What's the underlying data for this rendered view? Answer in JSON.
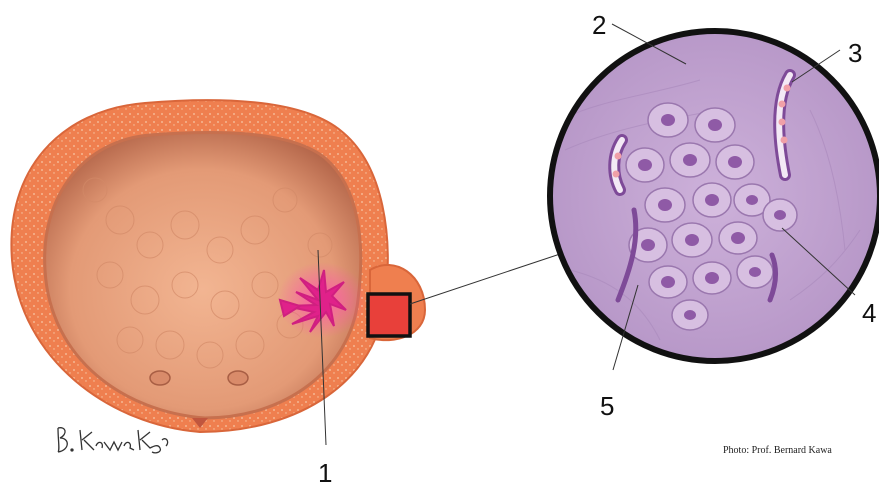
{
  "labels": {
    "l1": "1",
    "l2": "2",
    "l3": "3",
    "l4": "4",
    "l5": "5"
  },
  "credit": "Photo: Prof. Bernard Kawa",
  "signature": "B. Kawa Kyc",
  "colors": {
    "bladder_wall": "#ef7f4f",
    "bladder_wall_dark": "#d9663a",
    "bladder_inner": "#e8a07c",
    "tumor": "#e0218a",
    "tissue": "#c9a8d6",
    "cell_nucleus": "#8f5aa6",
    "frame": "#111111",
    "zoom_box": "#e8403a"
  }
}
